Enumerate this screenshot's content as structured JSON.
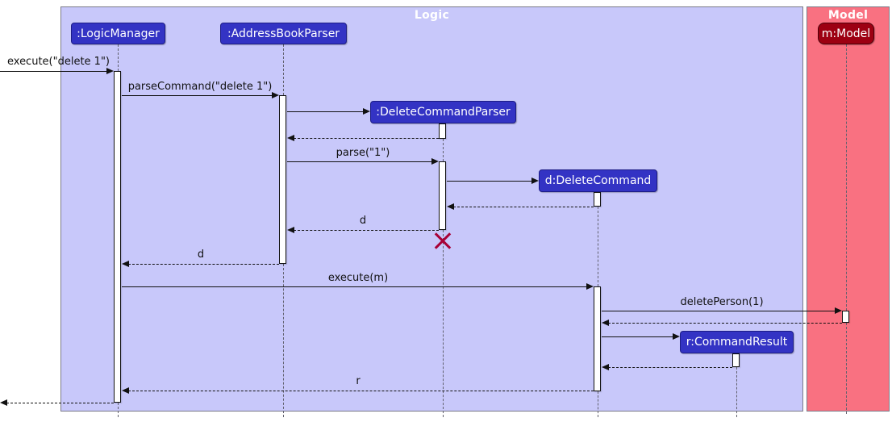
{
  "diagram": {
    "type": "uml-sequence-diagram",
    "frames": {
      "logic": {
        "title": "Logic",
        "fill": "#C8C8FA"
      },
      "model": {
        "title": "Model",
        "fill": "#F97181"
      }
    },
    "participants": {
      "logic_manager": ":LogicManager",
      "address_book_parser": ":AddressBookParser",
      "delete_command_parser": ":DeleteCommandParser",
      "delete_command": "d:DeleteCommand",
      "command_result": "r:CommandResult",
      "model": "m:Model"
    },
    "messages": {
      "execute": "execute(\"delete 1\")",
      "parse_command": "parseCommand(\"delete 1\")",
      "parse": "parse(\"1\")",
      "return_d_to_parser": "d",
      "return_d_to_logic_manager": "d",
      "execute_m": "execute(m)",
      "delete_person": "deletePerson(1)",
      "return_r": "r"
    },
    "colors": {
      "logic_accent": "#3333C4",
      "logic_frame_fill": "#C8C8FA",
      "model_accent": "#9D0012",
      "model_frame_fill": "#F97181",
      "destroy_x": "#A80036",
      "frame_border": "#7B7B88"
    }
  }
}
